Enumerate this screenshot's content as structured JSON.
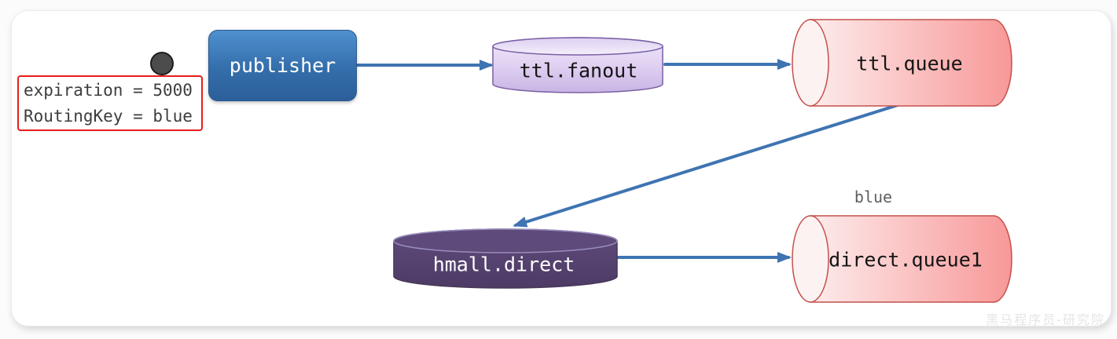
{
  "publisher": {
    "label": "publisher"
  },
  "annotation": {
    "line1": "expiration = 5000",
    "line2": "RoutingKey = blue"
  },
  "fanout_exchange": {
    "label": "ttl.fanout"
  },
  "ttl_queue": {
    "label": "ttl.queue"
  },
  "direct_exchange": {
    "label": "hmall.direct"
  },
  "direct_queue": {
    "label": "direct.queue1"
  },
  "routing_key_label": "blue",
  "watermark": "黑马程序员-研究院",
  "colors": {
    "arrow": "#3f74b2",
    "publisher_top": "#4f90cf",
    "publisher_bottom": "#2b5f9a",
    "fanout_border": "#7a5fa5",
    "queue_border": "#c4504c",
    "direct_exchange_fill": "#5a4675",
    "annotation_border": "#ea1c1c"
  }
}
